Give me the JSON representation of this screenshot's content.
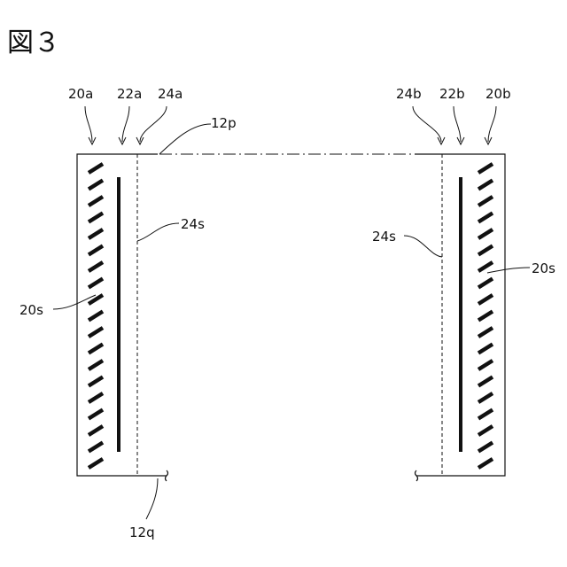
{
  "figure": {
    "title": "図３",
    "labels": {
      "l_20a": "20a",
      "l_22a": "22a",
      "l_24a": "24a",
      "l_12p": "12p",
      "l_24b": "24b",
      "l_22b": "22b",
      "l_20b": "20b",
      "l_24s_left": "24s",
      "l_24s_right": "24s",
      "l_20s_left": "20s",
      "l_20s_right": "20s",
      "l_12q": "12q"
    }
  }
}
